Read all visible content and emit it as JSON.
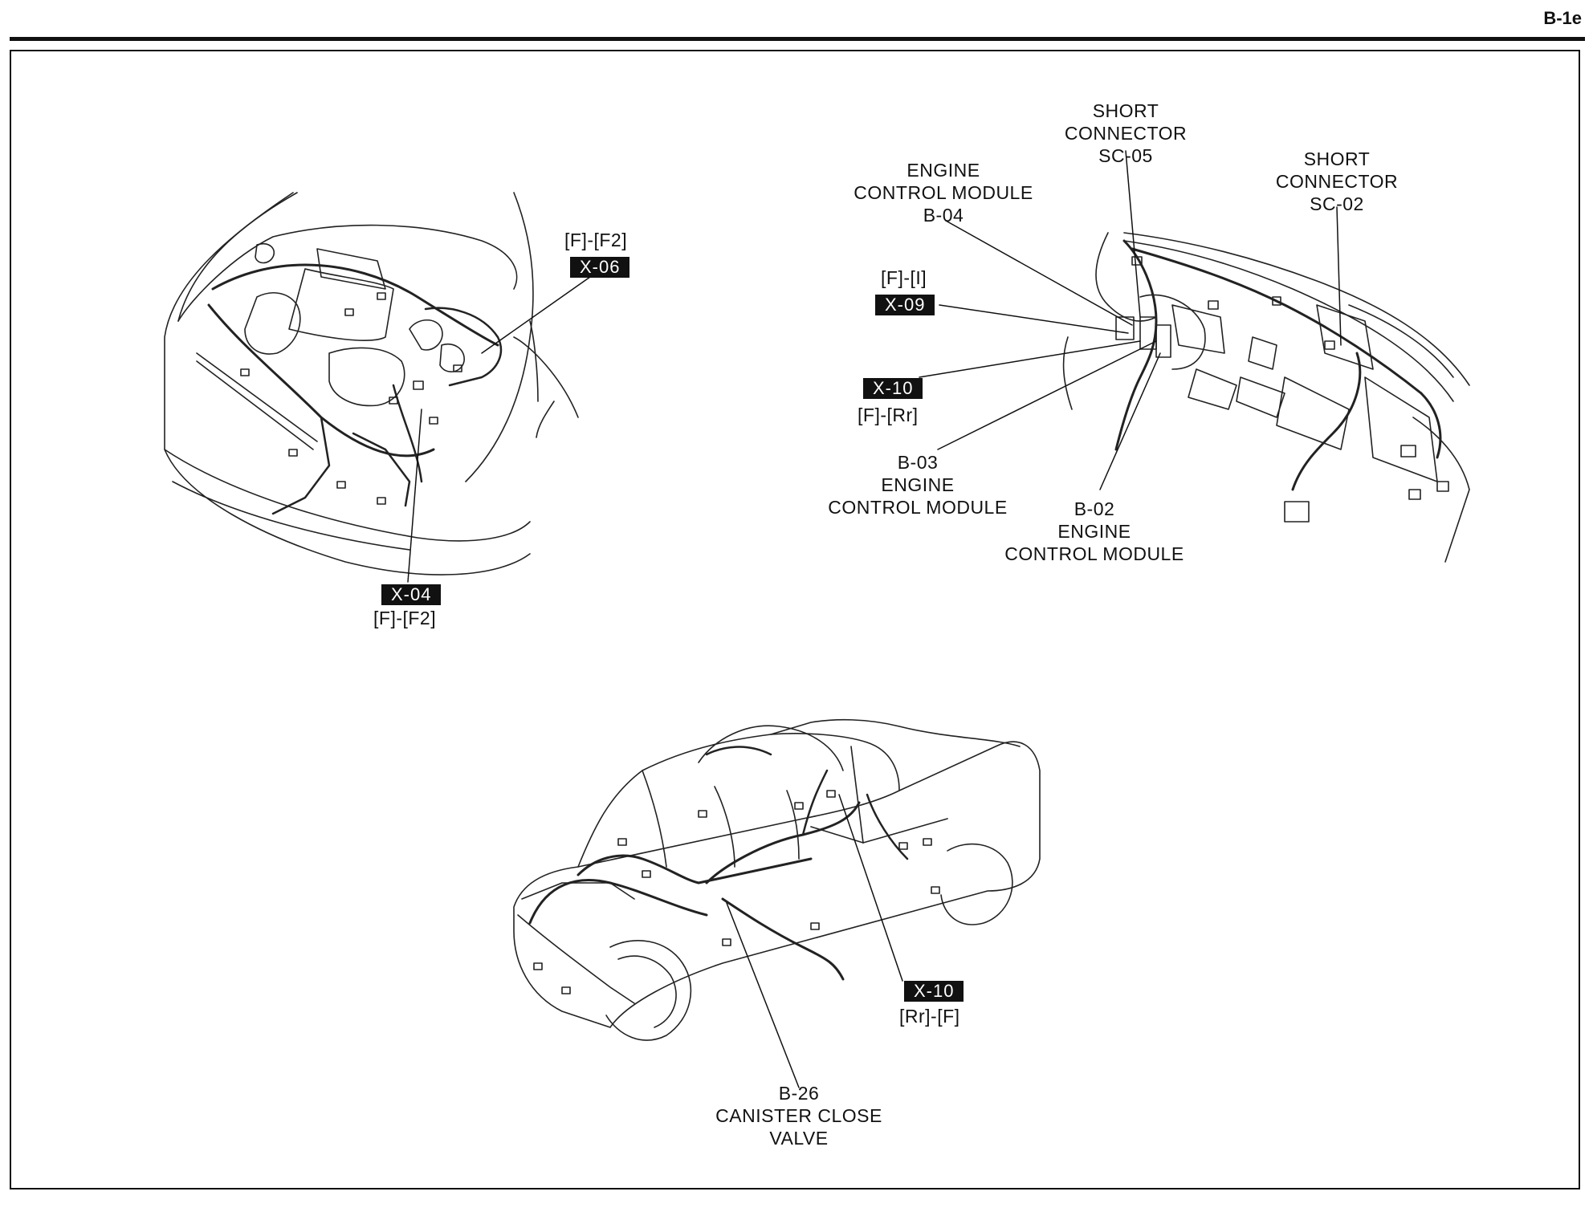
{
  "page_id": "B-1e",
  "labels": {
    "ecm_b04": {
      "line1": "ENGINE",
      "line2": "CONTROL MODULE",
      "line3": "B-04"
    },
    "sc05": {
      "line1": "SHORT",
      "line2": "CONNECTOR",
      "line3": "SC-05"
    },
    "sc02": {
      "line1": "SHORT",
      "line2": "CONNECTOR",
      "line3": "SC-02"
    },
    "ecm_b03": {
      "line1": "B-03",
      "line2": "ENGINE",
      "line3": "CONTROL MODULE"
    },
    "ecm_b02": {
      "line1": "B-02",
      "line2": "ENGINE",
      "line3": "CONTROL MODULE"
    },
    "b26": {
      "line1": "B-26",
      "line2": "CANISTER CLOSE",
      "line3": "VALVE"
    }
  },
  "connectors": {
    "x06": {
      "tag": "X-06",
      "sub": "[F]-[F2]"
    },
    "x04": {
      "tag": "X-04",
      "sub": "[F]-[F2]"
    },
    "x09": {
      "tag": "X-09",
      "sub": "[F]-[I]"
    },
    "x10_dash": {
      "tag": "X-10",
      "sub": "[F]-[Rr]"
    },
    "x10_body": {
      "tag": "X-10",
      "sub": "[Rr]-[F]"
    }
  }
}
